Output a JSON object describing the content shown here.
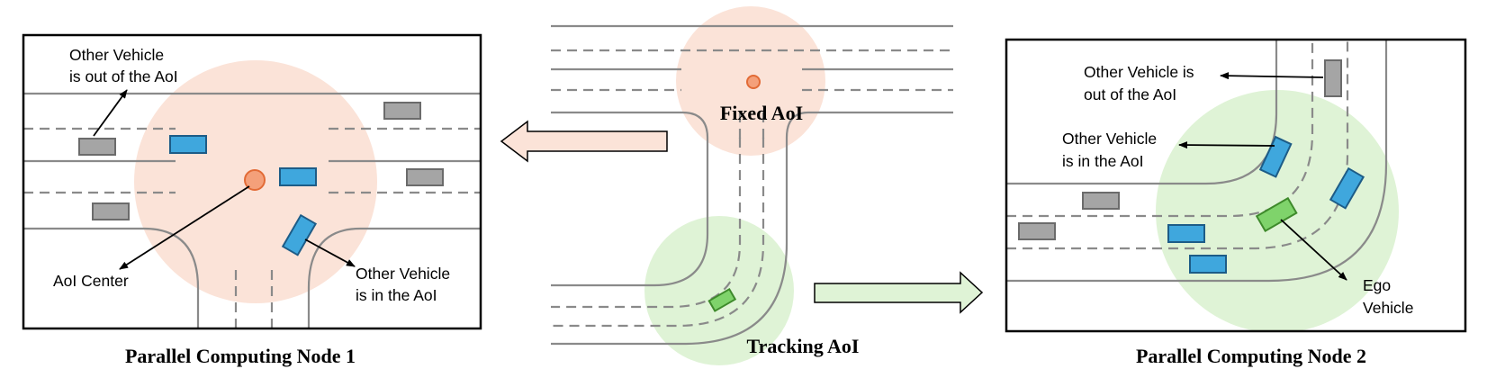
{
  "panels": {
    "node1": {
      "title": "Parallel Computing Node 1",
      "label_out": [
        "Other Vehicle",
        "is out of the AoI"
      ],
      "label_in": [
        "Other Vehicle",
        "is in the AoI"
      ],
      "label_center": "AoI Center"
    },
    "middle": {
      "label_fixed": "Fixed AoI",
      "label_tracking": "Tracking AoI"
    },
    "node2": {
      "title": "Parallel Computing Node 2",
      "label_out": [
        "Other Vehicle is",
        "out of the AoI"
      ],
      "label_in": [
        "Other Vehicle",
        "is in the AoI"
      ],
      "label_ego": [
        "Ego",
        "Vehicle"
      ]
    }
  },
  "colors": {
    "fixed_aoi": "#fbe3d8",
    "tracking_aoi": "#dff3d6",
    "vehicle_in": "#3fa7dd",
    "vehicle_out": "#a5a5a5",
    "ego": "#7fd36b",
    "center": "#f4a07a"
  }
}
